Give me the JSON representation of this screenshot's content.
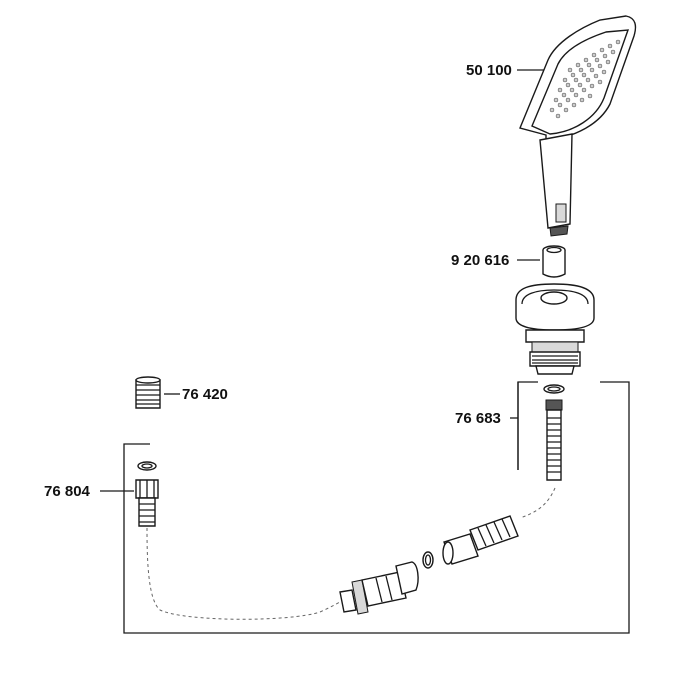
{
  "diagram": {
    "parts": [
      {
        "id": "hand-shower",
        "number": "50 100"
      },
      {
        "id": "flow-restrictor",
        "number": "9 20 616"
      },
      {
        "id": "nipple",
        "number": "76 420"
      },
      {
        "id": "hose-guide-set",
        "number": "76 683"
      },
      {
        "id": "hose-connection",
        "number": "76 804"
      }
    ]
  }
}
